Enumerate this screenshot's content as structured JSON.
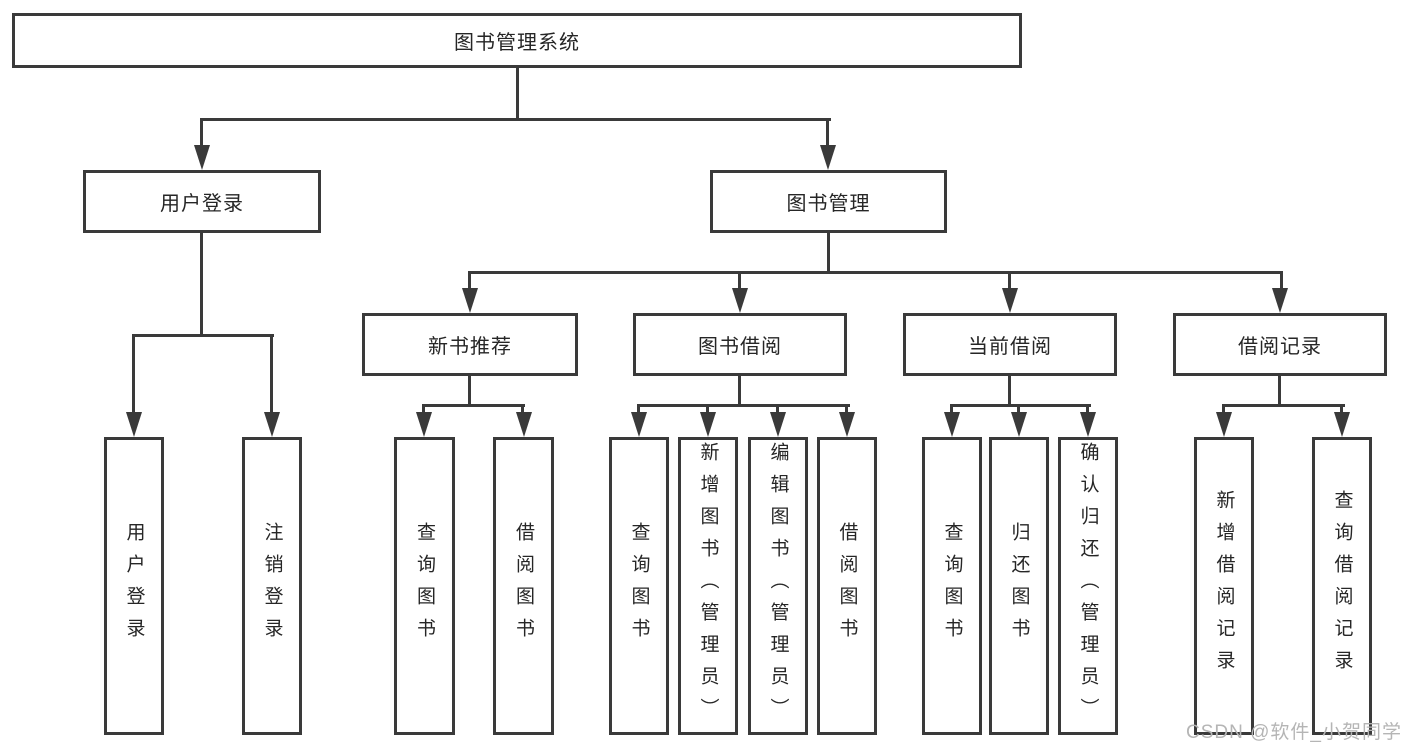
{
  "colors": {
    "line": "#3a3a3a",
    "text": "#262626",
    "background": "#ffffff",
    "watermark": "#b5b5b5"
  },
  "tree": {
    "label": "图书管理系统",
    "children": [
      {
        "label": "用户登录",
        "children": [
          {
            "label": "用户登录"
          },
          {
            "label": "注销登录"
          }
        ]
      },
      {
        "label": "图书管理",
        "children": [
          {
            "label": "新书推荐",
            "children": [
              {
                "label": "查询图书"
              },
              {
                "label": "借阅图书"
              }
            ]
          },
          {
            "label": "图书借阅",
            "children": [
              {
                "label": "查询图书"
              },
              {
                "label": "新增图书（管理员）"
              },
              {
                "label": "编辑图书（管理员）"
              },
              {
                "label": "借阅图书"
              }
            ]
          },
          {
            "label": "当前借阅",
            "children": [
              {
                "label": "查询图书"
              },
              {
                "label": "归还图书"
              },
              {
                "label": "确认归还（管理员）"
              }
            ]
          },
          {
            "label": "借阅记录",
            "children": [
              {
                "label": "新增借阅记录"
              },
              {
                "label": "查询借阅记录"
              }
            ]
          }
        ]
      }
    ]
  },
  "watermark": {
    "text": "CSDN @软件_小贺同学"
  }
}
